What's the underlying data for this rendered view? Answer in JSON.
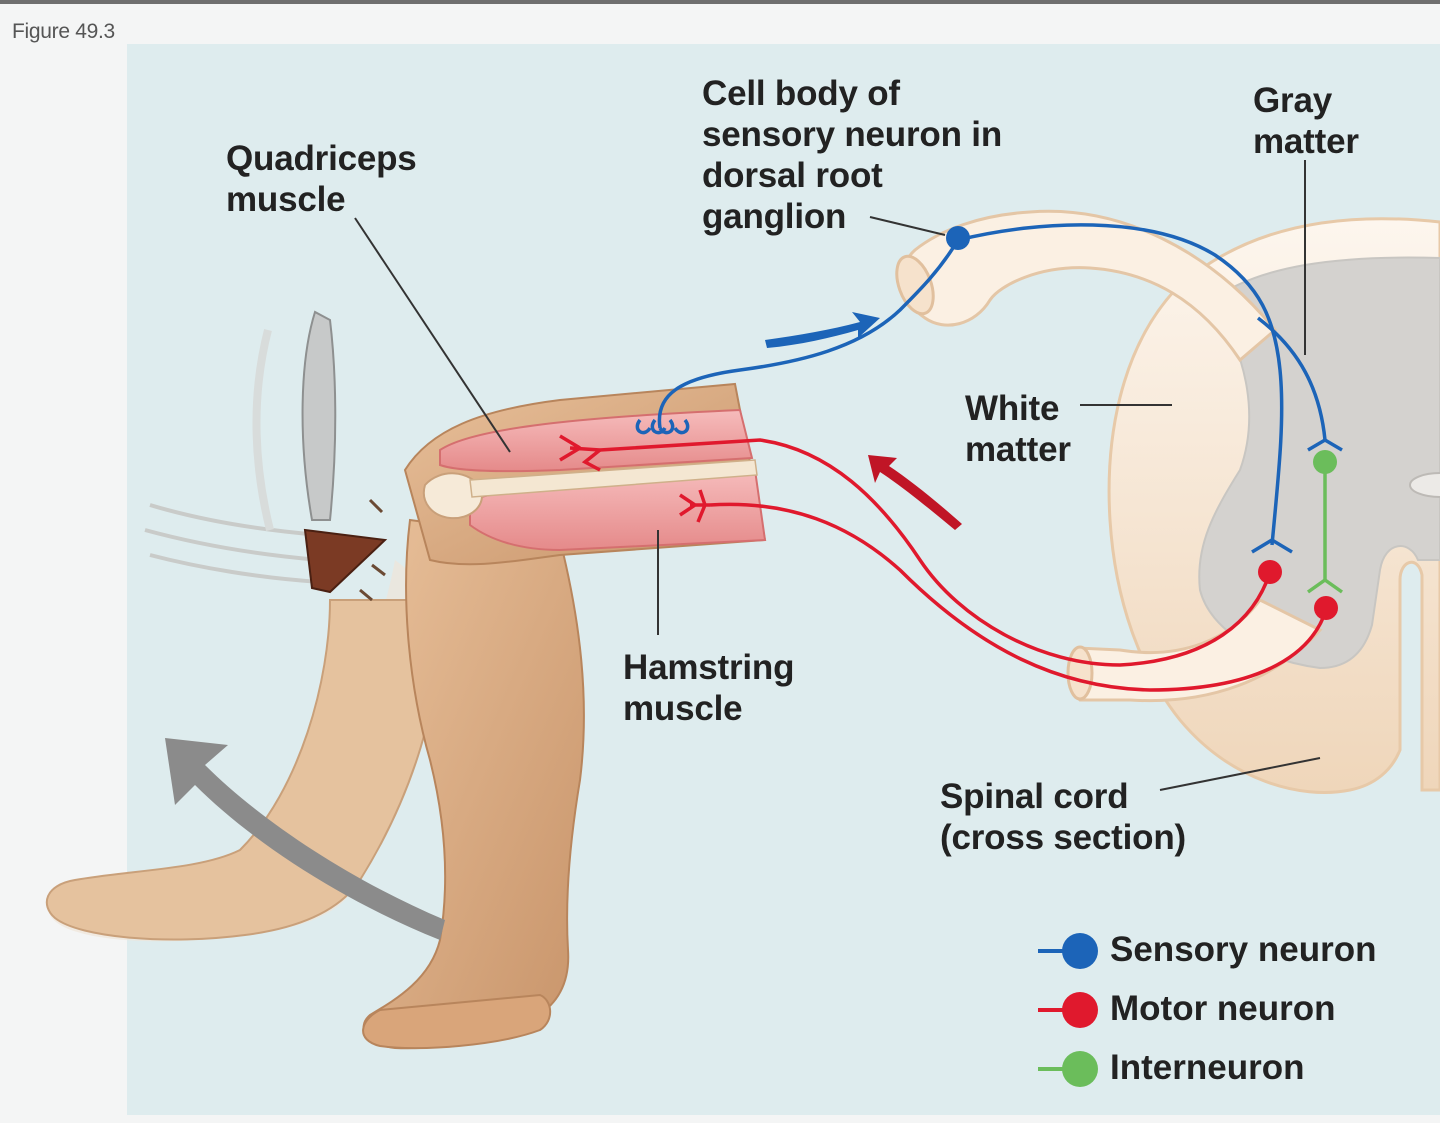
{
  "figure_caption": "Figure 49.3",
  "labels": {
    "quadriceps": [
      "Quadriceps",
      "muscle"
    ],
    "cell_body": [
      "Cell body of",
      "sensory neuron in",
      "dorsal root",
      "ganglion"
    ],
    "gray_matter": [
      "Gray",
      "matter"
    ],
    "white_matter": [
      "White",
      "matter"
    ],
    "hamstring": [
      "Hamstring",
      "muscle"
    ],
    "spinal_cord": [
      "Spinal cord",
      "(cross section)"
    ]
  },
  "legend": [
    {
      "label": "Sensory neuron",
      "color": "#1c64b8"
    },
    {
      "label": "Motor neuron",
      "color": "#e0192d"
    },
    {
      "label": "Interneuron",
      "color": "#6bbd5b"
    }
  ],
  "colors": {
    "background_panel": "#deecee",
    "sensory": "#1c64b8",
    "motor": "#e0192d",
    "interneuron": "#6bbd5b",
    "skin": "#d9a97e",
    "muscle": "#ee9c9c",
    "white_matter": "#fbf0e3",
    "gray_matter": "#d4d2cf",
    "movement_arrow": "#8b8b8b"
  }
}
